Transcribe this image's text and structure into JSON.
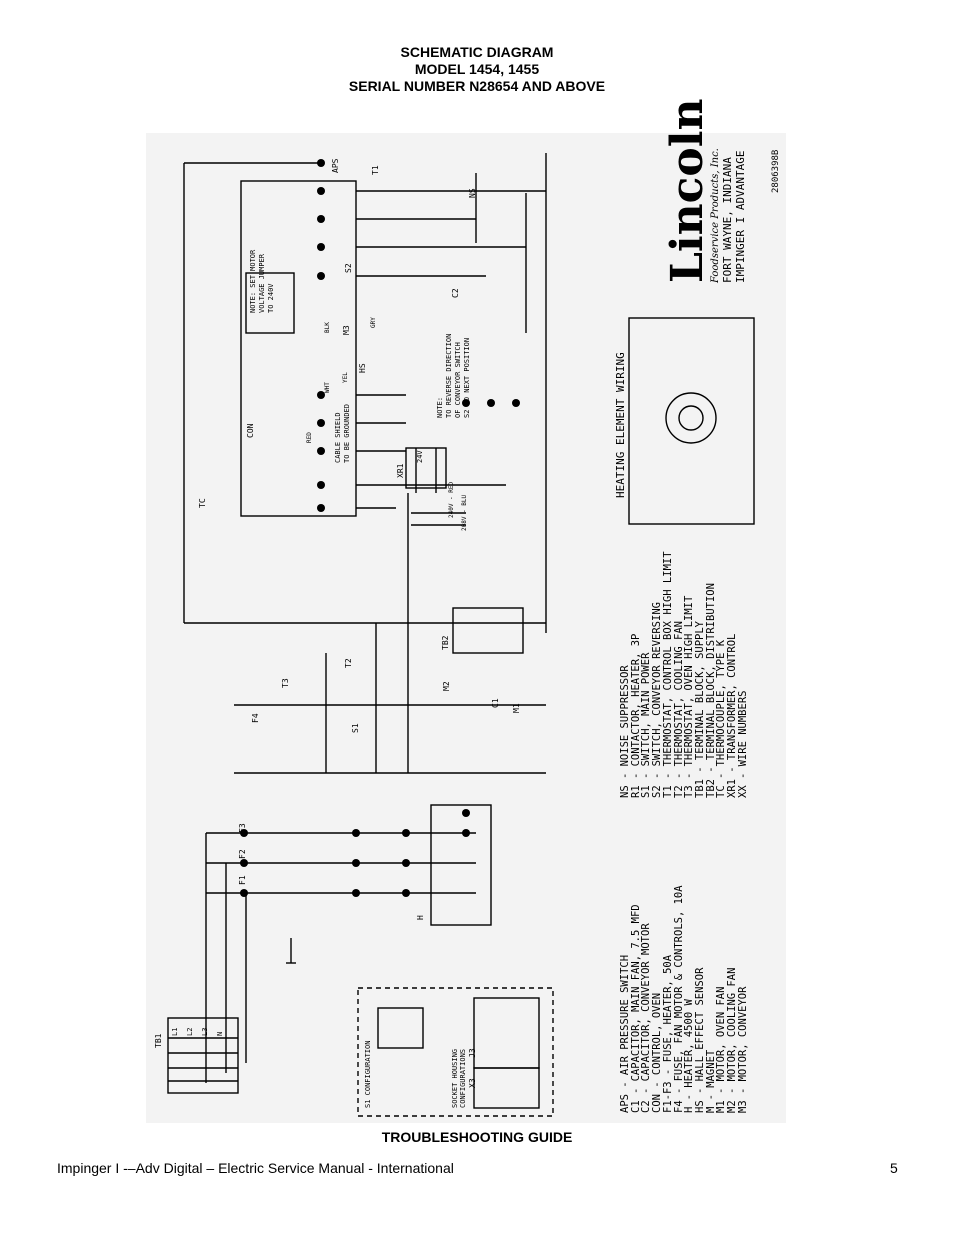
{
  "header": {
    "line1": "SCHEMATIC DIAGRAM",
    "line2": "MODEL 1454, 1455",
    "line3": "SERIAL NUMBER N28654 AND ABOVE"
  },
  "diagram": {
    "brand": "Lincoln",
    "company": "Foodservice Products, Inc.",
    "location": "FORT WAYNE, INDIANA",
    "product": "IMPINGER I ADVANTAGE",
    "drawing_number": "2806398B",
    "heating_element_title": "HEATING ELEMENT WIRING",
    "note_motor": [
      "NOTE: SET MOTOR",
      "VOLTAGE JUMPER",
      "TO 240V"
    ],
    "note_reverse": [
      "NOTE:",
      "TO REVERSE DIRECTION",
      "OF CONVEYOR SWITCH",
      "S2 TO NEXT POSITION"
    ],
    "cable_shield": [
      "CABLE SHIELD",
      "TO BE GROUNDED"
    ],
    "s1_config": "S1 CONFIGURATION",
    "socket_config": "SOCKET HOUSING CONFIGURATIONS",
    "labels": [
      "TB1",
      "L1",
      "L2",
      "L3",
      "N",
      "CON",
      "TB2",
      "XR1",
      "APS",
      "NS",
      "J3",
      "X3",
      "TC",
      "T1",
      "T2",
      "T3",
      "S1",
      "S2",
      "C1",
      "C2",
      "M1",
      "M2",
      "M3",
      "F1",
      "F2",
      "F3",
      "F4",
      "H",
      "HS",
      "24V",
      "240V - RED",
      "208V - BLU",
      "BLK",
      "WHT",
      "RED",
      "YEL",
      "GRY"
    ],
    "legend_left": [
      "APS - AIR PRESSURE SWITCH",
      "C1  - CAPACITOR, MAIN FAN, 7.5 MFD",
      "C2  - CAPACITOR, CONVEYOR MOTOR",
      "CON - CONTROL, OVEN",
      "F1-F3 - FUSE, HEATER, 50A",
      "F4  - FUSE, FAN MOTOR & CONTROLS, 10A",
      "H   - HEATER, 4500 W",
      "HS  - HALL EFFECT SENSOR",
      "M   - MAGNET",
      "M1  - MOTOR, OVEN FAN",
      "M2  - MOTOR, COOLING FAN",
      "M3  - MOTOR, CONVEYOR"
    ],
    "legend_right": [
      "NS  - NOISE SUPPRESSOR",
      "R1  - CONTACTOR, HEATER, 3P",
      "S1  - SWITCH, MAIN POWER",
      "S2  - SWITCH, CONVEYOR REVERSING",
      "T1  - THERMOSTAT, CONTROL BOX HIGH LIMIT",
      "T2  - THERMOSTAT, COOLING FAN",
      "T3  - THERMOSTAT, OVEN HIGH LIMIT",
      "TB1 - TERMINAL BLOCK, SUPPLY",
      "TB2 - TERMINAL BLOCK, DISTRIBUTION",
      "TC  - THERMOCOUPLE, TYPE K",
      "XR1 - TRANSFORMER, CONTROL",
      "XX  - WIRE NUMBERS"
    ]
  },
  "caption": "TROUBLESHOOTING GUIDE",
  "footer": {
    "left": "Impinger I -–Adv Digital – Electric Service Manual - International",
    "page_number": "5"
  }
}
